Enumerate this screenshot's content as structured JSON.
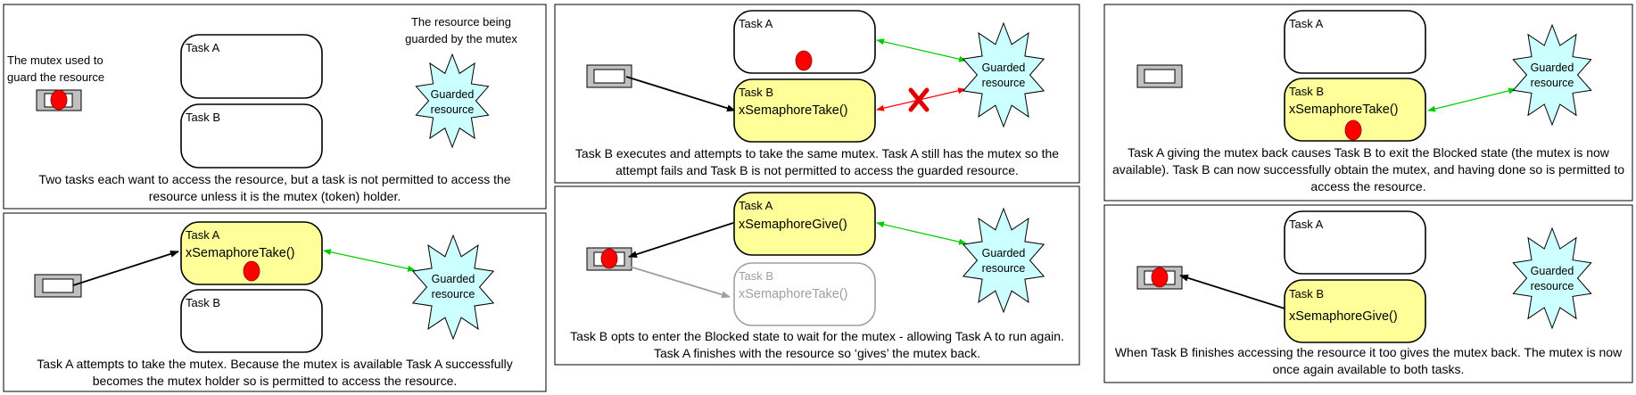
{
  "labels": {
    "task_a": "Task A",
    "task_b": "Task B",
    "guarded": [
      "Guarded",
      "resource"
    ],
    "take_call": "xSemaphoreTake()",
    "give_call": "xSemaphoreGive()"
  },
  "panel1": {
    "mutex_note": [
      "The mutex used to",
      "guard the resource"
    ],
    "resource_note": [
      "The resource being",
      "guarded by the mutex"
    ],
    "caption": [
      "Two tasks each want to access the resource, but a task is not permitted to access the",
      "resource unless it is the mutex (token) holder."
    ]
  },
  "panel2": {
    "caption": [
      "Task A attempts to take the mutex.  Because the mutex is available Task A successfully",
      "becomes the mutex holder so is permitted to access the resource."
    ]
  },
  "panel3": {
    "caption": [
      "Task B executes and attempts to take the same mutex.  Task A still has the mutex so the",
      "attempt fails and Task B is not permitted to access the guarded resource."
    ]
  },
  "panel4": {
    "caption": [
      "Task B opts to enter the Blocked state to wait for the mutex - allowing Task A to run again.",
      "Task A finishes with the resource so ‘gives’ the mutex back."
    ]
  },
  "panel5": {
    "caption": [
      "Task A giving the mutex back causes Task B to exit the Blocked state (the mutex is now",
      "available).  Task B can now successfully obtain the mutex, and having done so is permitted to",
      "access the resource."
    ]
  },
  "panel6": {
    "caption": [
      "When Task B finishes accessing the resource it too gives the mutex back.  The mutex is now",
      "once again available to both tasks."
    ]
  },
  "colors": {
    "task_active": "#ffff99",
    "resource": "#ccffff",
    "token": "#ff0000",
    "access_arrow": "#00cc00",
    "fail_arrow": "#ff0000",
    "faded": "#a0a0a0"
  }
}
